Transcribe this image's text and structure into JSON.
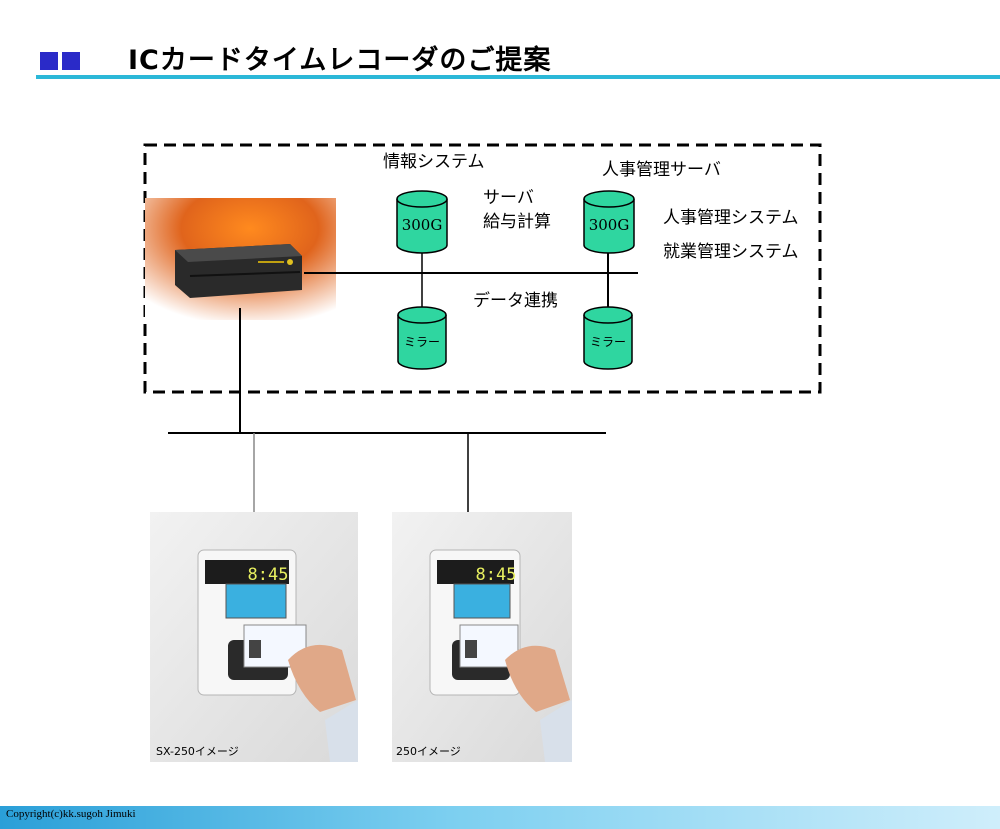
{
  "header": {
    "title": "ICカードタイムレコーダのご提案"
  },
  "diagram": {
    "info_system_label": "情報システム",
    "hr_server_label": "人事管理サーバ",
    "server_label_line1": "サーバ",
    "server_label_line2": "給与計算",
    "hr_system_label": "人事管理システム",
    "attendance_system_label": "就業管理システム",
    "data_link_label": "データ連携",
    "storage_capacity_1": "300G",
    "storage_capacity_2": "300G",
    "mirror_label_1": "ミラー",
    "mirror_label_2": "ミラー"
  },
  "terminals": [
    {
      "caption": "SX-250イメージ",
      "clock": "8:45"
    },
    {
      "caption": "250イメージ",
      "clock": "8:45"
    }
  ],
  "colors": {
    "accent_square": "#2a2ac8",
    "title_rule": "#2bb8d8",
    "cylinder_fill": "#2fd6a0",
    "footer_gradient_start": "#2a9fd8"
  },
  "footer": {
    "copyright": "Copyright(c)kk.sugoh Jimuki"
  }
}
